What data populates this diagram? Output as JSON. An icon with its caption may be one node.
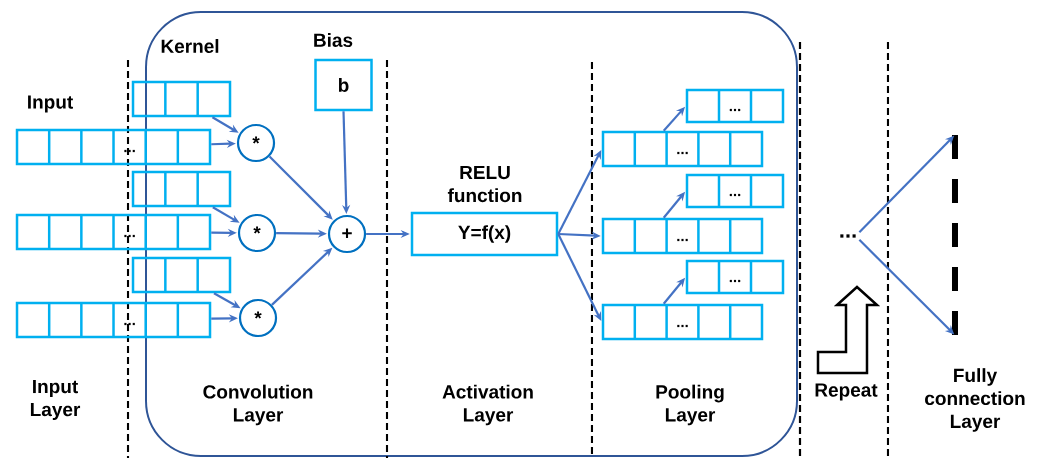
{
  "diagram": {
    "nodes": [
      {
        "text": [
          "Input",
          "..."
        ]
      },
      {
        "text": [
          "..."
        ]
      },
      {
        "text": [
          "..."
        ]
      },
      {
        "text": [
          "Kernel"
        ]
      },
      {
        "text": [],
        "shape": "box"
      },
      {
        "text": [],
        "shape": "box"
      },
      {
        "text": [
          "*"
        ]
      },
      {
        "text": [
          "*"
        ]
      },
      {
        "text": [
          "*"
        ]
      },
      {
        "text": [
          "Bias",
          "b"
        ]
      },
      {
        "text": [
          "+"
        ]
      },
      {
        "text": [
          "RELU function",
          "Y=f(x)"
        ]
      },
      {
        "text": [
          "..."
        ]
      },
      {
        "text": [
          "..."
        ]
      },
      {
        "text": [
          "..."
        ]
      },
      {
        "text": [
          "..."
        ]
      },
      {
        "text": [
          "..."
        ]
      },
      {
        "text": [
          "..."
        ]
      },
      {
        "text": [
          "..."
        ]
      },
      {
        "text": [],
        "shape": "bar"
      }
    ],
    "edges": [
      {
        "from": 0,
        "to": 6,
        "arrow": "to"
      },
      {
        "from": 3,
        "to": 6,
        "arrow": "to"
      },
      {
        "from": 1,
        "to": 7,
        "arrow": "to"
      },
      {
        "from": 4,
        "to": 7,
        "arrow": "to"
      },
      {
        "from": 2,
        "to": 8,
        "arrow": "to"
      },
      {
        "from": 5,
        "to": 8,
        "arrow": "to"
      },
      {
        "from": 6,
        "to": 10,
        "arrow": "to"
      },
      {
        "from": 7,
        "to": 10,
        "arrow": "to"
      },
      {
        "from": 8,
        "to": 10,
        "arrow": "to"
      },
      {
        "from": 9,
        "to": 10,
        "arrow": "to"
      },
      {
        "from": 10,
        "to": 11,
        "arrow": "to"
      },
      {
        "from": 11,
        "to": 13,
        "arrow": "to"
      },
      {
        "from": 11,
        "to": 15,
        "arrow": "to"
      },
      {
        "from": 11,
        "to": 17,
        "arrow": "to"
      },
      {
        "from": 13,
        "to": 12,
        "arrow": "to"
      },
      {
        "from": 15,
        "to": 14,
        "arrow": "to"
      },
      {
        "from": 17,
        "to": 16,
        "arrow": "to"
      },
      {
        "from": 18,
        "to": 19,
        "arrow": "to"
      },
      {
        "from": 18,
        "to": 19,
        "arrow": "to"
      }
    ],
    "labels": [
      "Input Layer",
      "Convolution Layer",
      "Activation Layer",
      "Pooling Layer",
      "Repeat",
      "Fully connection Layer"
    ]
  }
}
